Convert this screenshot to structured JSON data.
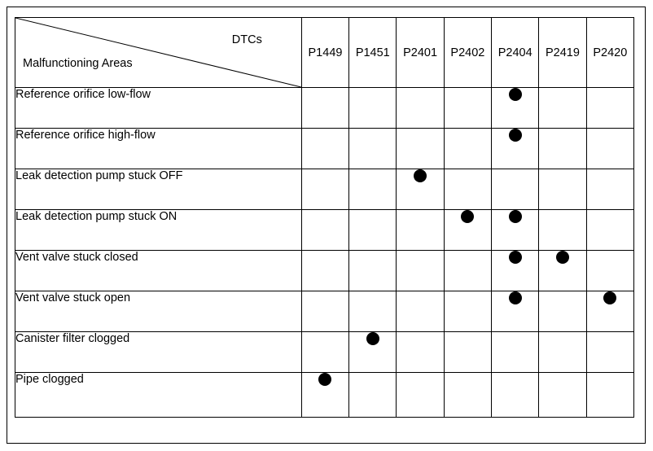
{
  "table": {
    "corner": {
      "column_axis_label": "DTCs",
      "row_axis_label": "Malfunctioning Areas"
    },
    "columns": [
      "P1449",
      "P1451",
      "P2401",
      "P2402",
      "P2404",
      "P2419",
      "P2420"
    ],
    "rows": [
      {
        "label": "Reference orifice low-flow",
        "marks": [
          0,
          0,
          0,
          0,
          1,
          0,
          0
        ]
      },
      {
        "label": "Reference orifice high-flow",
        "marks": [
          0,
          0,
          0,
          0,
          1,
          0,
          0
        ]
      },
      {
        "label": "Leak detection pump stuck OFF",
        "marks": [
          0,
          0,
          1,
          0,
          0,
          0,
          0
        ]
      },
      {
        "label": "Leak detection pump stuck ON",
        "marks": [
          0,
          0,
          0,
          1,
          1,
          0,
          0
        ]
      },
      {
        "label": "Vent valve stuck closed",
        "marks": [
          0,
          0,
          0,
          0,
          1,
          1,
          0
        ]
      },
      {
        "label": "Vent valve stuck open",
        "marks": [
          0,
          0,
          0,
          0,
          1,
          0,
          1
        ]
      },
      {
        "label": "Canister filter clogged",
        "marks": [
          0,
          1,
          0,
          0,
          0,
          0,
          0
        ]
      },
      {
        "label": "Pipe clogged",
        "marks": [
          1,
          0,
          0,
          0,
          0,
          0,
          0
        ]
      }
    ],
    "mark_glyph": "filled-circle",
    "colors": {
      "line": "#000000",
      "text": "#000000",
      "mark": "#000000",
      "background": "#ffffff"
    }
  }
}
